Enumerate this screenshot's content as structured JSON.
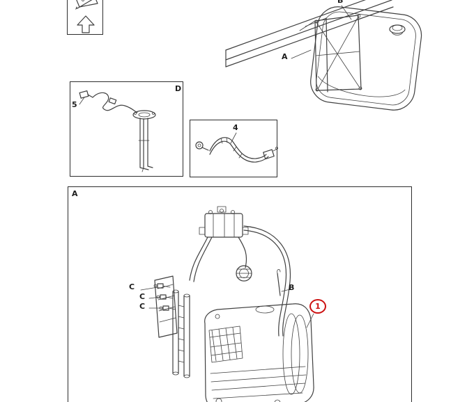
{
  "diagram": {
    "type": "parts-diagram",
    "background": "#ffffff",
    "line_color": "#3f3f3f",
    "highlight_color": "#cc1111"
  },
  "labels": {
    "top_assembly": {
      "ref_a": "A",
      "ref_b": "B"
    },
    "detail_d": {
      "corner": "D",
      "item_5": "5"
    },
    "detail_4": {
      "item_4": "4"
    },
    "main_view": {
      "corner": "A",
      "ref_b": "B",
      "ref_c_1": "C",
      "ref_c_2": "C",
      "ref_c_3": "C",
      "item_1": "1"
    }
  }
}
